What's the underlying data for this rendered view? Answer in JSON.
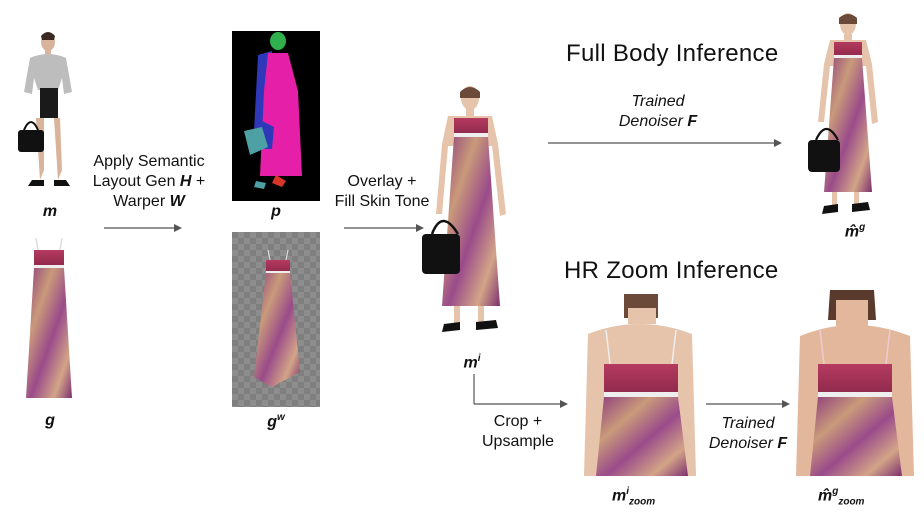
{
  "labels": {
    "m": "m",
    "g": "g",
    "p": "p",
    "gw_base": "g",
    "gw_sup": "w",
    "mi_base": "m",
    "mi_sup": "i",
    "mg_hat": "m̂",
    "mg_sup": "g",
    "mizoom_base": "m",
    "mizoom_sup": "i",
    "mizoom_sub": "zoom",
    "mgzoom_hat": "m̂",
    "mgzoom_sup": "g",
    "mgzoom_sub": "zoom"
  },
  "steps": {
    "semantic_line1": "Apply Semantic",
    "semantic_line2_pre": "Layout Gen ",
    "semantic_H": "H",
    "semantic_line2_post": " +",
    "semantic_line3_pre": "Warper ",
    "semantic_W": "W",
    "overlay_line1": "Overlay +",
    "overlay_line2": "Fill Skin Tone",
    "crop_line1": "Crop +",
    "crop_line2": "Upsample",
    "denoiser_full_line1": "Trained",
    "denoiser_full_line2": "Denoiser ",
    "denoiser_full_F": "F",
    "denoiser_zoom_line1": "Trained",
    "denoiser_zoom_line2": "Denoiser ",
    "denoiser_zoom_F": "F"
  },
  "headings": {
    "full_body": "Full Body Inference",
    "hr_zoom": "HR Zoom Inference"
  },
  "colors": {
    "dress_purple": "#8c3a7e",
    "dress_red": "#a8325a",
    "dress_tan": "#c99a7a",
    "skin": "#e6c3ab",
    "segmentation_bg": "#000000",
    "segmentation_magenta": "#e61fa8",
    "segmentation_blue": "#2f38b8",
    "segmentation_teal": "#4da0a4",
    "segmentation_green": "#2fb04d",
    "segmentation_red": "#d8352a",
    "warped_bg": "#8a8a8a",
    "arrow": "#555555"
  }
}
